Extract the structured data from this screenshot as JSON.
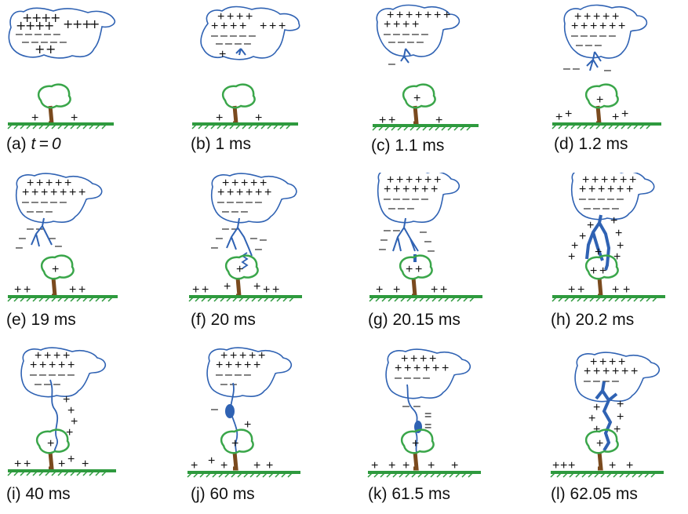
{
  "panels": [
    {
      "label": "(a)",
      "time": "t = 0",
      "italic": true
    },
    {
      "label": "(b)",
      "time": "1 ms"
    },
    {
      "label": "(c)",
      "time": "1.1 ms"
    },
    {
      "label": "(d)",
      "time": "1.2 ms"
    },
    {
      "label": "(e)",
      "time": "19 ms"
    },
    {
      "label": "(f)",
      "time": "20 ms"
    },
    {
      "label": "(g)",
      "time": "20.15 ms"
    },
    {
      "label": "(h)",
      "time": "20.2 ms"
    },
    {
      "label": "(i)",
      "time": "40 ms"
    },
    {
      "label": "(j)",
      "time": "60 ms"
    },
    {
      "label": "(k)",
      "time": "61.5 ms"
    },
    {
      "label": "(l)",
      "time": "62.05 ms"
    }
  ],
  "symbols": {
    "positive": "+",
    "negative": "–"
  },
  "colors": {
    "cloud": "#2f62b3",
    "leader": "#2f62b3",
    "tree_crown": "#3aa64a",
    "trunk": "#7a4a1e",
    "ground": "#2e9a3e",
    "text": "#111111"
  }
}
